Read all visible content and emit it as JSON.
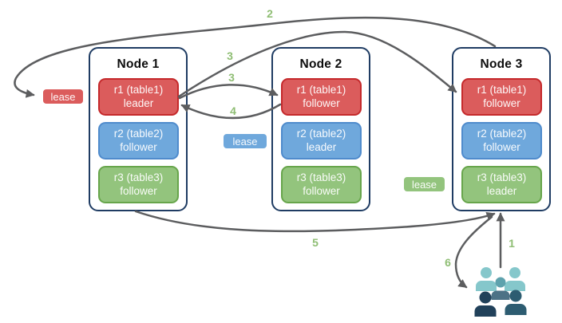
{
  "palette": {
    "background": "#FFFFFF",
    "red": "#DB5C5C",
    "red-border": "#C5292B",
    "blue": "#6FA8DC",
    "blue-border": "#4F8BCC",
    "green": "#93C47D",
    "green-border": "#67A54B",
    "node-border": "#1F3C63",
    "node-title": "#0D0D0D",
    "box-text": "#FFFFFF",
    "arrow": "#5C5D5F",
    "number": "#8FBE74",
    "people-light": "#85C7CB",
    "people-mid-head": "#5EA2AD",
    "people-mid-body": "#4D7286",
    "people-front-left": "#21415A",
    "people-front-right": "#2D5C71"
  },
  "nodes": [
    {
      "title": "Node 1",
      "replicas": [
        {
          "name": "r1 (table1)",
          "role": "leader",
          "color": "red"
        },
        {
          "name": "r2 (table2)",
          "role": "follower",
          "color": "blue"
        },
        {
          "name": "r3 (table3)",
          "role": "follower",
          "color": "green"
        }
      ]
    },
    {
      "title": "Node 2",
      "replicas": [
        {
          "name": "r1 (table1)",
          "role": "follower",
          "color": "red"
        },
        {
          "name": "r2 (table2)",
          "role": "leader",
          "color": "blue"
        },
        {
          "name": "r3 (table3)",
          "role": "follower",
          "color": "green"
        }
      ]
    },
    {
      "title": "Node 3",
      "replicas": [
        {
          "name": "r1 (table1)",
          "role": "follower",
          "color": "red"
        },
        {
          "name": "r2 (table2)",
          "role": "follower",
          "color": "blue"
        },
        {
          "name": "r3 (table3)",
          "role": "leader",
          "color": "green"
        }
      ]
    }
  ],
  "leases": [
    {
      "label": "lease",
      "color": "red"
    },
    {
      "label": "lease",
      "color": "blue"
    },
    {
      "label": "lease",
      "color": "green"
    }
  ],
  "arrow_labels": {
    "a1": "1",
    "a2": "2",
    "a3_to_node3": "3",
    "a3_to_node2": "3",
    "a4": "4",
    "a5": "5",
    "a6": "6"
  },
  "icons": {
    "clients_group": "group-of-client-users"
  }
}
